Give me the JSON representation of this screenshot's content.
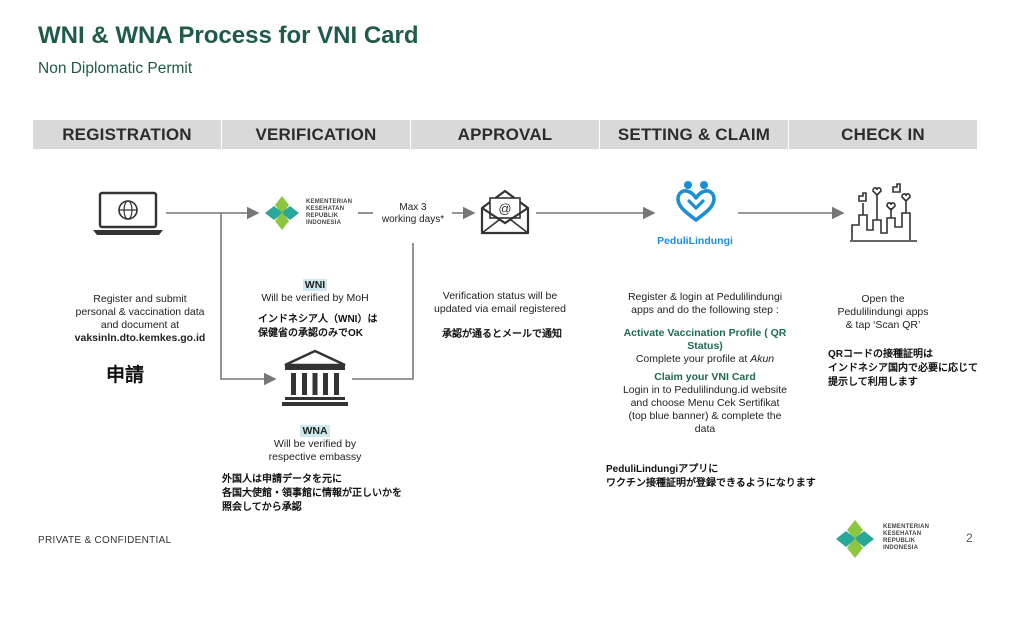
{
  "header": {
    "title": "WNI & WNA Process for VNI Card",
    "subtitle": "Non Diplomatic Permit"
  },
  "steps": [
    "REGISTRATION",
    "VERIFICATION",
    "APPROVAL",
    "SETTING & CLAIM",
    "CHECK IN"
  ],
  "registration": {
    "line1": "Register and submit",
    "line2": "personal &  vaccination data",
    "line3": "and document at",
    "url": "vaksinln.dto.kemkes.go.id",
    "jp": "申請"
  },
  "verification": {
    "logo_lines": [
      "KEMENTERIAN",
      "KESEHATAN",
      "REPUBLIK",
      "INDONESIA"
    ],
    "max_days_line1": "Max 3",
    "max_days_line2": "working days*",
    "wni_label": "WNI",
    "wni_text": "Will be verified by MoH",
    "wni_jp1": "インドネシア人（WNI）は",
    "wni_jp2": "保健省の承認のみでOK",
    "wna_label": "WNA",
    "wna_text1": "Will be verified by",
    "wna_text2": "respective embassy",
    "wna_jp1": "外国人は申請データを元に",
    "wna_jp2": "各国大使館・領事館に情報が正しいかを",
    "wna_jp3": "照会してから承認"
  },
  "approval": {
    "line1": "Verification status will be",
    "line2": "updated via email registered",
    "jp": "承認が通るとメールで通知"
  },
  "setting": {
    "app_name": "PeduliLindungi",
    "line1": "Register & login at Pedulilindungi",
    "line2": "apps and do the following step :",
    "activate_title1": "Activate Vaccination Profile ( QR",
    "activate_title2": "Status)",
    "activate_text_prefix": "Complete your profile at ",
    "activate_text_akun": "Akun",
    "claim_title": "Claim your VNI Card",
    "claim_line1": "Login in to Pedulilindung.id website",
    "claim_line2": "and  choose Menu Cek Sertifikat",
    "claim_line3": "(top blue banner) & complete the",
    "claim_line4": "data",
    "jp1": "PeduliLindungiアプリに",
    "jp2": "ワクチン接種証明が登録できるようになります"
  },
  "checkin": {
    "line1": "Open the",
    "line2": "Pedulilindungi apps",
    "line3": "& tap ‘Scan QR’",
    "jp1": "QRコードの接種証明は",
    "jp2": "インドネシア国内で必要に応じて",
    "jp3": "提示して利用します"
  },
  "footer": {
    "confidential": "PRIVATE & CONFIDENTIAL",
    "page_number": "2",
    "logo_lines": [
      "KEMENTERIAN",
      "KESEHATAN",
      "REPUBLIK",
      "INDONESIA"
    ]
  },
  "colors": {
    "title": "#1f5a4a",
    "stepbar": "#d9d9d9",
    "arrow": "#777777",
    "icon": "#333333",
    "app_blue": "#1b8fd6",
    "ministry_teal": "#2aa79b",
    "ministry_green": "#8cc63f"
  }
}
